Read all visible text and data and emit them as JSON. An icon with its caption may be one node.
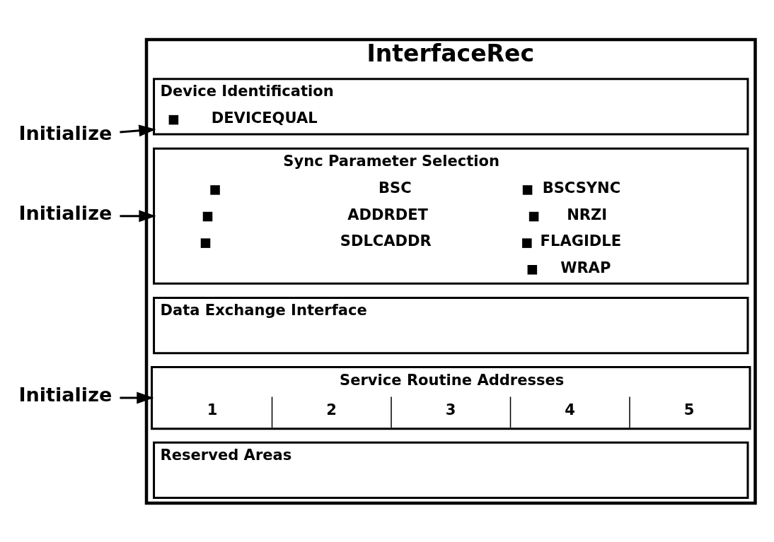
{
  "diagram": {
    "nodes": [
      {
        "text": [
          "InterfaceRec"
        ]
      },
      {
        "text": [
          "Device Identification",
          "DEVICEQUAL"
        ],
        "in": 0
      },
      {
        "text": [
          "Sync Parameter Selection",
          "BSC",
          "ADDRDET",
          "SDLCADDR",
          "BSCSYNC",
          "NRZI",
          "FLAGIDLE",
          "WRAP"
        ],
        "in": 0
      },
      {
        "text": [
          "Data Exchange Interface"
        ],
        "in": 0
      },
      {
        "text": [
          "Service Routine Addresses",
          "1",
          "2",
          "3",
          "4",
          "5"
        ],
        "in": 0
      },
      {
        "text": [
          "Reserved Areas"
        ],
        "in": 0
      },
      {
        "text": [
          "Initialize"
        ]
      },
      {
        "text": [
          "Initialize"
        ]
      },
      {
        "text": [
          "Initialize"
        ]
      }
    ],
    "edges": [
      {
        "from": 6,
        "to": 1,
        "arrow": "to"
      },
      {
        "from": 7,
        "to": 2,
        "arrow": "to"
      },
      {
        "from": 8,
        "to": 4,
        "arrow": "to"
      }
    ]
  }
}
